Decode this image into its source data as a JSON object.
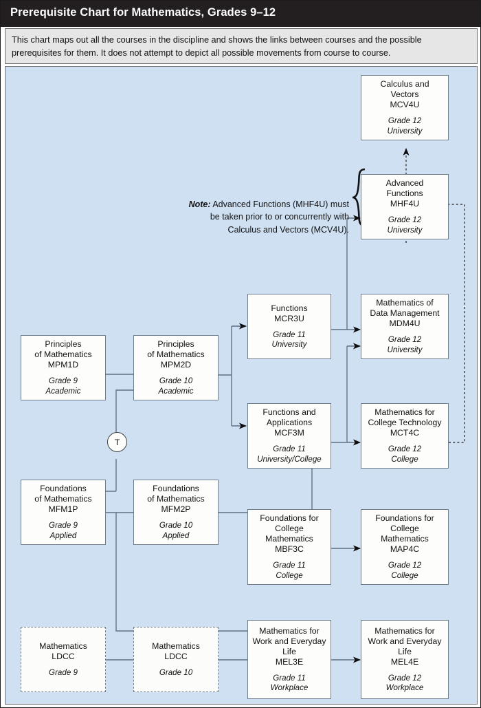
{
  "header": {
    "title": "Prerequisite Chart for Mathematics, Grades 9–12"
  },
  "intro": {
    "text": "This chart maps out all the courses in the discipline and shows the links between courses and the possible prerequisites for them. It does not attempt to depict all possible movements from course to course."
  },
  "note": {
    "label": "Note:",
    "line1": " Advanced Functions (MHF4U) must",
    "line2": "be taken prior to or concurrently with",
    "line3": "Calculus and Vectors (MCV4U)."
  },
  "transfer_marker": {
    "label": "T"
  },
  "colors": {
    "header_bg": "#231f20",
    "intro_bg": "#e6e6e6",
    "canvas_bg": "#cfe0f2",
    "box_bg": "#fdfdfb",
    "box_border": "#6e7d8c",
    "wire": "#5f7183"
  },
  "courses": [
    {
      "id": "mcv4u",
      "name": "Calculus and\nVectors",
      "code": "MCV4U",
      "grade": "Grade 12",
      "stream": "University",
      "dashed": false
    },
    {
      "id": "mhf4u",
      "name": "Advanced\nFunctions",
      "code": "MHF4U",
      "grade": "Grade 12",
      "stream": "University",
      "dashed": false
    },
    {
      "id": "mcr3u",
      "name": "Functions",
      "code": "MCR3U",
      "grade": "Grade 11",
      "stream": "University",
      "dashed": false
    },
    {
      "id": "mdm4u",
      "name": "Mathematics of\nData Management",
      "code": "MDM4U",
      "grade": "Grade 12",
      "stream": "University",
      "dashed": false
    },
    {
      "id": "mpm1d",
      "name": "Principles\nof Mathematics",
      "code": "MPM1D",
      "grade": "Grade 9",
      "stream": "Academic",
      "dashed": false
    },
    {
      "id": "mpm2d",
      "name": "Principles\nof Mathematics",
      "code": "MPM2D",
      "grade": "Grade 10",
      "stream": "Academic",
      "dashed": false
    },
    {
      "id": "mcf3m",
      "name": "Functions and\nApplications",
      "code": "MCF3M",
      "grade": "Grade 11",
      "stream": "University/College",
      "dashed": false
    },
    {
      "id": "mct4c",
      "name": "Mathematics for\nCollege Technology",
      "code": "MCT4C",
      "grade": "Grade 12",
      "stream": "College",
      "dashed": false
    },
    {
      "id": "mfm1p",
      "name": "Foundations\nof Mathematics",
      "code": "MFM1P",
      "grade": "Grade 9",
      "stream": "Applied",
      "dashed": false
    },
    {
      "id": "mfm2p",
      "name": "Foundations\nof Mathematics",
      "code": "MFM2P",
      "grade": "Grade 10",
      "stream": "Applied",
      "dashed": false
    },
    {
      "id": "mbf3c",
      "name": "Foundations for\nCollege\nMathematics",
      "code": "MBF3C",
      "grade": "Grade 11",
      "stream": "College",
      "dashed": false
    },
    {
      "id": "map4c",
      "name": "Foundations for\nCollege\nMathematics",
      "code": "MAP4C",
      "grade": "Grade 12",
      "stream": "College",
      "dashed": false
    },
    {
      "id": "ldcc9",
      "name": "Mathematics",
      "code": "LDCC",
      "grade": "Grade 9",
      "stream": "",
      "dashed": true
    },
    {
      "id": "ldcc10",
      "name": "Mathematics",
      "code": "LDCC",
      "grade": "Grade 10",
      "stream": "",
      "dashed": true
    },
    {
      "id": "mel3e",
      "name": "Mathematics for\nWork and Everyday\nLife",
      "code": "MEL3E",
      "grade": "Grade 11",
      "stream": "Workplace",
      "dashed": false
    },
    {
      "id": "mel4e",
      "name": "Mathematics for\nWork and Everyday\nLife",
      "code": "MEL4E",
      "grade": "Grade 12",
      "stream": "Workplace",
      "dashed": false
    }
  ],
  "links": [
    {
      "from": "mpm1d",
      "to": "mpm2d",
      "style": "solid"
    },
    {
      "from": "mpm2d",
      "to": "mcr3u",
      "style": "solid"
    },
    {
      "from": "mpm2d",
      "to": "mcf3m",
      "style": "solid"
    },
    {
      "from": "mcr3u",
      "to": "mhf4u",
      "style": "solid"
    },
    {
      "from": "mcr3u",
      "to": "mdm4u",
      "style": "solid"
    },
    {
      "from": "mcf3m",
      "to": "mdm4u",
      "style": "solid"
    },
    {
      "from": "mcf3m",
      "to": "mct4c",
      "style": "solid"
    },
    {
      "from": "mhf4u",
      "to": "mcv4u",
      "style": "dashed"
    },
    {
      "from": "mct4c",
      "to": "mhf4u",
      "style": "dashed"
    },
    {
      "from": "mfm1p",
      "to": "mfm2p",
      "style": "solid"
    },
    {
      "from": "mfm1p",
      "to": "transfer",
      "style": "solid"
    },
    {
      "from": "transfer",
      "to": "mpm2d",
      "style": "solid"
    },
    {
      "from": "mfm2p",
      "to": "mcf3m",
      "style": "solid"
    },
    {
      "from": "mfm2p",
      "to": "mbf3c",
      "style": "solid"
    },
    {
      "from": "mfm2p",
      "to": "mel3e",
      "style": "solid"
    },
    {
      "from": "mbf3c",
      "to": "map4c",
      "style": "solid"
    },
    {
      "from": "ldcc9",
      "to": "ldcc10",
      "style": "solid"
    },
    {
      "from": "ldcc10",
      "to": "mel3e",
      "style": "solid"
    },
    {
      "from": "mel3e",
      "to": "mel4e",
      "style": "solid"
    }
  ]
}
